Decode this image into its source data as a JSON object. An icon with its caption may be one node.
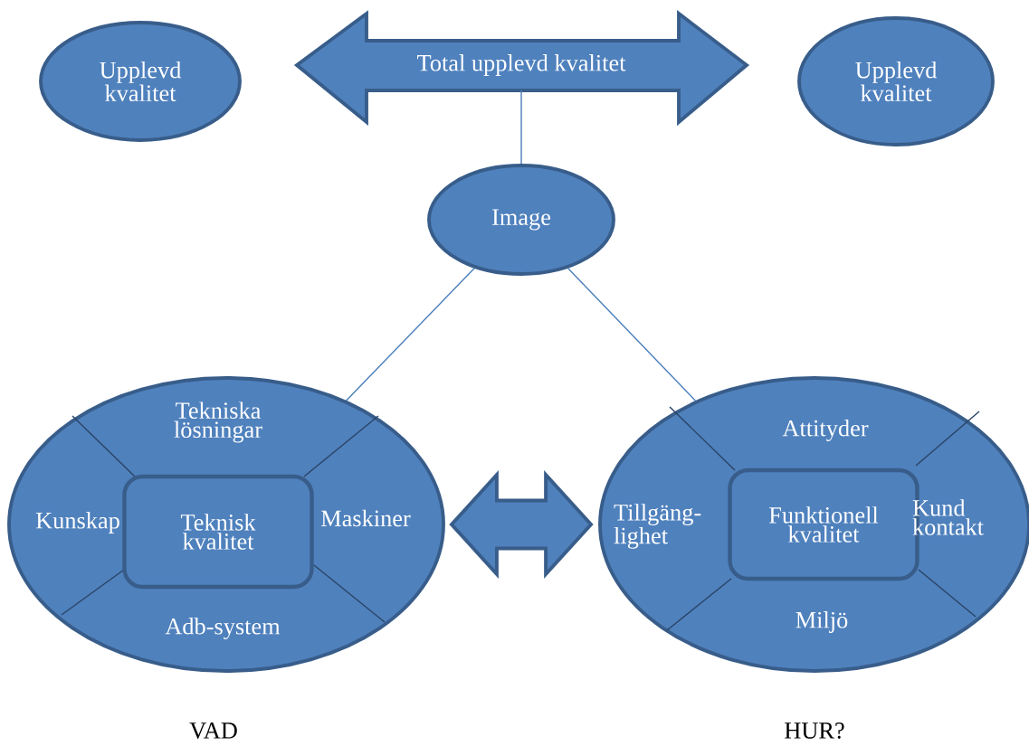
{
  "diagram": {
    "nodes": [
      {
        "text": [
          "Upplevd kvalitet"
        ]
      },
      {
        "text": [
          "Total upplevd kvalitet"
        ]
      },
      {
        "text": [
          "Upplevd kvalitet"
        ]
      },
      {
        "text": [
          "Image"
        ]
      },
      {
        "text": [],
        "shape": "ellipse"
      },
      {
        "text": [
          "Tekniska lösningar"
        ],
        "in": 4
      },
      {
        "text": [
          "Kunskap"
        ],
        "in": 4
      },
      {
        "text": [
          "Teknisk kvalitet"
        ],
        "in": 4
      },
      {
        "text": [
          "Maskiner"
        ],
        "in": 4
      },
      {
        "text": [
          "Adb-system"
        ],
        "in": 4
      },
      {
        "text": [],
        "shape": "ellipse"
      },
      {
        "text": [
          "Attityder"
        ],
        "in": 10
      },
      {
        "text": [
          "Tillgäng- lighet"
        ],
        "in": 10
      },
      {
        "text": [
          "Funktionell kvalitet"
        ],
        "in": 10
      },
      {
        "text": [
          "Kund kontakt"
        ],
        "in": 10
      },
      {
        "text": [
          "Miljö"
        ],
        "in": 10
      }
    ],
    "edges": [
      {
        "from": 1,
        "to": 3,
        "arrow": "none"
      },
      {
        "from": 3,
        "to": 4,
        "arrow": "none"
      },
      {
        "from": 3,
        "to": 10,
        "arrow": "none"
      },
      {
        "from": 4,
        "to": 10,
        "arrow": "both",
        "style": "thick"
      }
    ],
    "labels": [
      "VAD",
      "HUR?"
    ]
  }
}
